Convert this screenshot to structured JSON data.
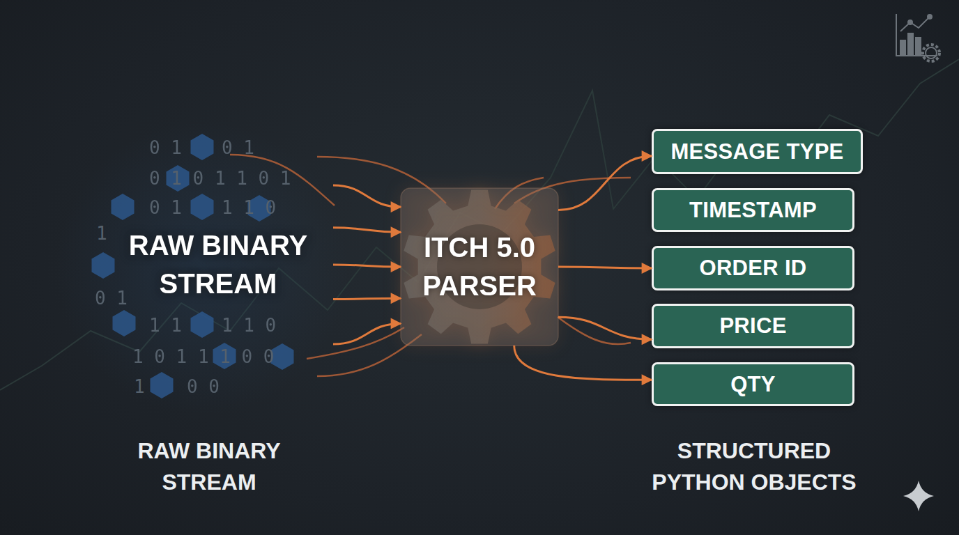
{
  "diagram": {
    "nodes": [
      {
        "text": [
          "RAW BINARY STREAM"
        ]
      },
      {
        "text": [
          "ITCH 5.0 PARSER"
        ]
      },
      {
        "text": [
          "MESSAGE TYPE"
        ]
      },
      {
        "text": [
          "TIMESTAMP"
        ]
      },
      {
        "text": [
          "ORDER ID"
        ]
      },
      {
        "text": [
          "PRICE"
        ]
      },
      {
        "text": [
          "QTY"
        ]
      }
    ],
    "edges": [
      {
        "from": 0,
        "to": 1,
        "arrow": "to"
      },
      {
        "from": 0,
        "to": 1,
        "arrow": "to"
      },
      {
        "from": 0,
        "to": 1,
        "arrow": "to"
      },
      {
        "from": 0,
        "to": 1,
        "arrow": "to"
      },
      {
        "from": 0,
        "to": 1,
        "arrow": "to"
      },
      {
        "from": 1,
        "to": 2,
        "arrow": "to"
      },
      {
        "from": 1,
        "to": 4,
        "arrow": "to"
      },
      {
        "from": 1,
        "to": 5,
        "arrow": "to"
      },
      {
        "from": 1,
        "to": 6,
        "arrow": "to"
      }
    ],
    "labels": [
      "0 1",
      "0 1",
      "0 1 0 1 1 0 1",
      "0 1",
      "1 1 0",
      "1",
      "0 1",
      "1 1",
      "1 1 0",
      "1 0 1 1 1 0 0",
      "1",
      "0 0",
      "RAW BINARY STREAM",
      "STRUCTURED PYTHON OBJECTS"
    ]
  }
}
